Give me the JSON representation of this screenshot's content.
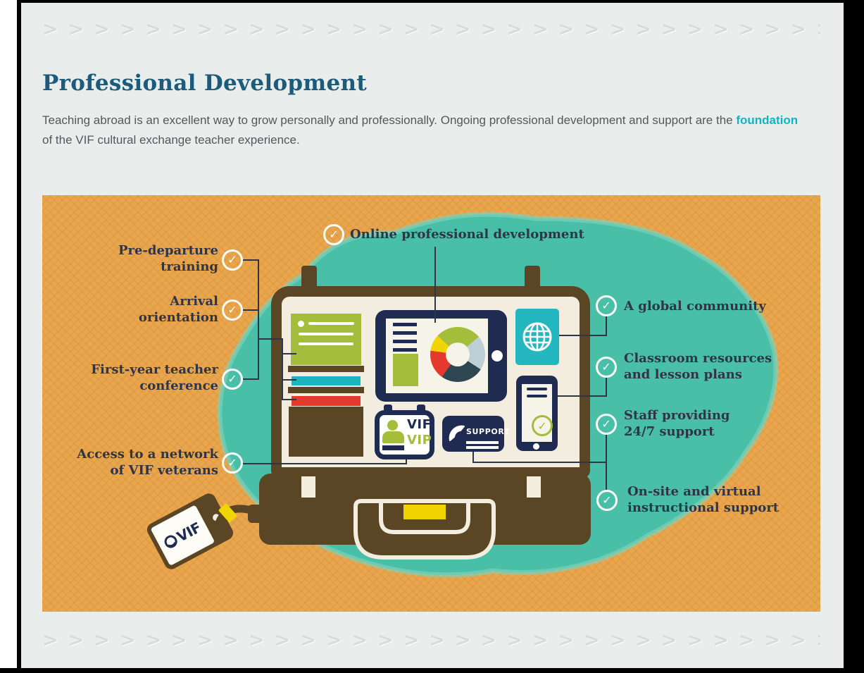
{
  "header": {
    "title": "Professional Development",
    "intro_before": "Teaching abroad is an excellent way to grow personally and professionally. Ongoing professional development and support are the ",
    "intro_highlight": "foundation",
    "intro_after": "of the VIF cultural exchange teacher experience."
  },
  "decor": {
    "chevron_row": ">>>>>>>>>>>>>>>>>>>>>>>>>>>>>>>>>>>>"
  },
  "infographic": {
    "labels": {
      "online": [
        "Online professional development"
      ],
      "pre_departure": [
        "Pre-departure",
        "training"
      ],
      "arrival": [
        "Arrival",
        "orientation"
      ],
      "first_year": [
        "First-year teacher",
        "conference"
      ],
      "network": [
        "Access to a network",
        "of VIF veterans"
      ],
      "global_community": [
        "A global community"
      ],
      "classroom": [
        "Classroom resources",
        "and lesson plans"
      ],
      "staff": [
        "Staff providing",
        "24/7 support"
      ],
      "onsite": [
        "On-site and virtual",
        "instructional support"
      ]
    },
    "badge": {
      "line1": "VIF",
      "line2": "VIP"
    },
    "support_box": {
      "label": "SUPPORT"
    },
    "luggage_tag": {
      "logo": "VIF"
    },
    "colors": {
      "background_orange": "#eaa64c",
      "blob_teal": "#4abfa8",
      "suitcase_brown": "#5a4524",
      "interior_cream": "#f2edde",
      "navy": "#1f2b50",
      "green": "#a4bd3a",
      "cyan_card": "#25b7c0",
      "red": "#e6392e",
      "yellow": "#f3d403",
      "chart_light_blue": "#bccfd6",
      "chart_dark_slate": "#2e4651",
      "title_blue": "#1d5b7b",
      "highlight_cyan": "#10b5c5"
    }
  }
}
